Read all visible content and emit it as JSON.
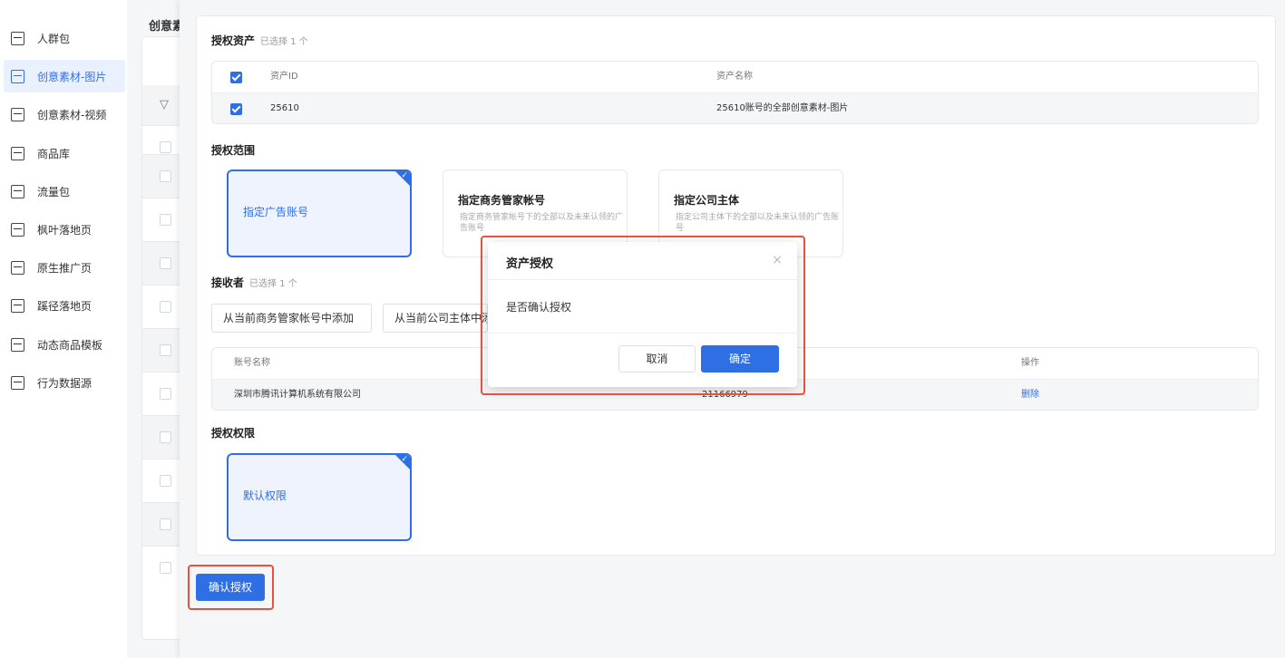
{
  "sidebar": {
    "items": [
      {
        "label": "人群包",
        "icon": "user-card-icon"
      },
      {
        "label": "创意素材-图片",
        "icon": "image-icon"
      },
      {
        "label": "创意素材-视频",
        "icon": "play-icon"
      },
      {
        "label": "商品库",
        "icon": "product-icon"
      },
      {
        "label": "流量包",
        "icon": "chart-icon"
      },
      {
        "label": "枫叶落地页",
        "icon": "page-icon"
      },
      {
        "label": "原生推广页",
        "icon": "check-page-icon"
      },
      {
        "label": "蹊径落地页",
        "icon": "doc-icon"
      },
      {
        "label": "动态商品模板",
        "icon": "template-icon"
      },
      {
        "label": "行为数据源",
        "icon": "bar-chart-icon"
      }
    ],
    "active_index": 1
  },
  "background": {
    "title": "创意素"
  },
  "assets": {
    "title": "授权资产",
    "selected": "已选择 1 个",
    "columns": [
      "资产ID",
      "资产名称"
    ],
    "rows": [
      {
        "id": "25610",
        "name": "25610账号的全部创意素材-图片"
      }
    ]
  },
  "scope": {
    "title": "授权范围",
    "options": [
      {
        "title": "指定广告账号",
        "desc": ""
      },
      {
        "title": "指定商务管家帐号",
        "desc": "指定商务管家帐号下的全部以及未来认领的广告账号"
      },
      {
        "title": "指定公司主体",
        "desc": "指定公司主体下的全部以及未来认领的广告账号"
      }
    ]
  },
  "receiver": {
    "title": "接收者",
    "selected": "已选择 1 个",
    "add_from_business": "从当前商务管家帐号中添加",
    "add_from_company": "从当前公司主体中添加",
    "columns": [
      "账号名称",
      "操作"
    ],
    "rows": [
      {
        "name": "深圳市腾讯计算机系统有限公司",
        "id": "21166979",
        "action": "删除"
      }
    ]
  },
  "permission": {
    "title": "授权权限",
    "option": "默认权限"
  },
  "confirm_button": "确认授权",
  "modal": {
    "title": "资产授权",
    "body": "是否确认授权",
    "cancel": "取消",
    "ok": "确定",
    "close": "×"
  },
  "colors": {
    "accent": "#2f6fe6",
    "highlight": "#e5533f"
  }
}
